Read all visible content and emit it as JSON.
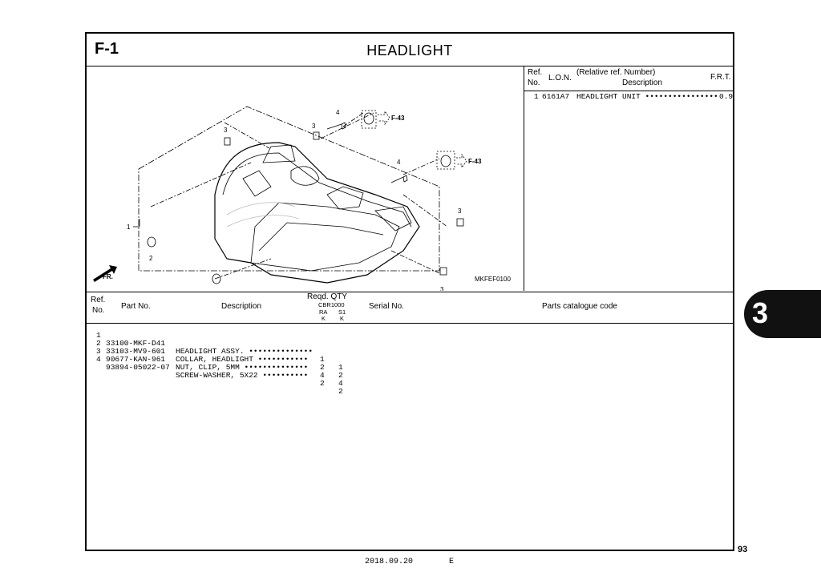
{
  "header": {
    "section_code": "F-1",
    "title": "HEADLIGHT"
  },
  "diagram": {
    "callouts": {
      "c1": "1",
      "c2a": "2",
      "c2b": "2",
      "c3a": "3",
      "c3b": "3",
      "c3c": "3",
      "c3d": "3",
      "c4a": "4",
      "c4b": "4"
    },
    "refs": {
      "f43a": "F-43",
      "f43b": "F-43"
    },
    "front_label": "FR.",
    "drawing_code": "MKFEF0100"
  },
  "ref_panel": {
    "hdr_ref": "Ref.",
    "hdr_no": "No.",
    "hdr_lon": "L.O.N.",
    "hdr_relative": "(Relative ref. Number)",
    "hdr_description": "Description",
    "hdr_frt": "F.R.T.",
    "rows": [
      {
        "ref": "1",
        "lon": "6161A7",
        "description": "HEADLIGHT UNIT ••••••••••••••••",
        "frt": "0.9"
      }
    ]
  },
  "parts_table": {
    "hdr_ref": "Ref.",
    "hdr_no": "No.",
    "hdr_part_no": "Part No.",
    "hdr_description": "Description",
    "hdr_reqd": "Reqd. QTY",
    "hdr_model": "CBR1000",
    "hdr_ra": "RA",
    "hdr_s1": "S1",
    "hdr_k1": "K",
    "hdr_k2": "K",
    "hdr_serial": "Serial No.",
    "hdr_catalogue": "Parts catalogue code",
    "rows": [
      {
        "ref": "1",
        "part_no": "33100-MKF-D41",
        "description": "HEADLIGHT ASSY. ••••••••••••••",
        "qty_ra": "1",
        "qty_s1": "1"
      },
      {
        "ref": "2",
        "part_no": "33103-MV9-601",
        "description": "COLLAR, HEADLIGHT •••••••••••",
        "qty_ra": "2",
        "qty_s1": "2"
      },
      {
        "ref": "3",
        "part_no": "90677-KAN-961",
        "description": "NUT, CLIP, 5MM ••••••••••••••",
        "qty_ra": "4",
        "qty_s1": "4"
      },
      {
        "ref": "4",
        "part_no": "93894-05022-07",
        "description": "SCREW-WASHER, 5X22 ••••••••••",
        "qty_ra": "2",
        "qty_s1": "2"
      }
    ]
  },
  "side_tab": "3",
  "page_number": "93",
  "footer": {
    "date": "2018.09.20",
    "edition": "E"
  }
}
